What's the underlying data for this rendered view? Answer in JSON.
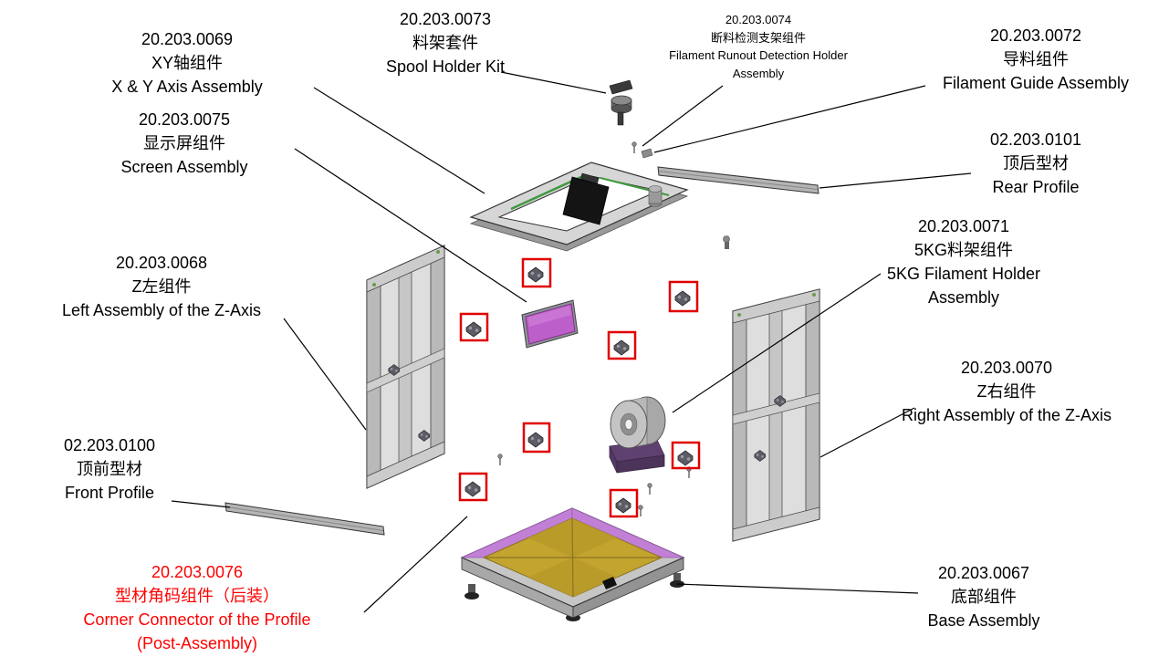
{
  "title": "3D Printer Exploded Parts Diagram",
  "colors": {
    "background": "#ffffff",
    "label_text": "#000000",
    "label_red": "#ff0000",
    "highlight_box_red": "#e00000",
    "screen_purple": "#bd5fca",
    "bed_gold": "#c3a42f",
    "base_violet": "#c27fd6",
    "holder_base_purple": "#5e4170",
    "metal_gray": "#c6c6c6",
    "accent_green": "#3f9a3f"
  },
  "labels": [
    {
      "code": "20.203.0069",
      "zh": "XY轴组件",
      "en": "X & Y Axis Assembly"
    },
    {
      "code": "20.203.0073",
      "zh": "料架套件",
      "en": "Spool Holder Kit"
    },
    {
      "code": "20.203.0074",
      "zh": "断料检测支架组件",
      "en": "Filament Runout Detection Holder",
      "en2": "Assembly"
    },
    {
      "code": "20.203.0072",
      "zh": "导料组件",
      "en": "Filament Guide Assembly"
    },
    {
      "code": "20.203.0075",
      "zh": "显示屏组件",
      "en": "Screen Assembly"
    },
    {
      "code": "02.203.0101",
      "zh": "顶后型材",
      "en": "Rear Profile"
    },
    {
      "code": "20.203.0071",
      "zh": "5KG料架组件",
      "en": "5KG Filament Holder",
      "en2": "Assembly"
    },
    {
      "code": "20.203.0068",
      "zh": "Z左组件",
      "en": "Left Assembly of the Z-Axis"
    },
    {
      "code": "20.203.0070",
      "zh": "Z右组件",
      "en": "Right Assembly of the Z-Axis"
    },
    {
      "code": "02.203.0100",
      "zh": "顶前型材",
      "en": "Front Profile"
    },
    {
      "code": "20.203.0076",
      "zh": "型材角码组件（后装）",
      "en": "Corner Connector of the Profile",
      "en2": "(Post-Assembly)"
    },
    {
      "code": "20.203.0067",
      "zh": "底部组件",
      "en": "Base Assembly"
    }
  ],
  "diagram": {
    "type": "exploded-view",
    "highlighted_corner_connectors": 8
  }
}
